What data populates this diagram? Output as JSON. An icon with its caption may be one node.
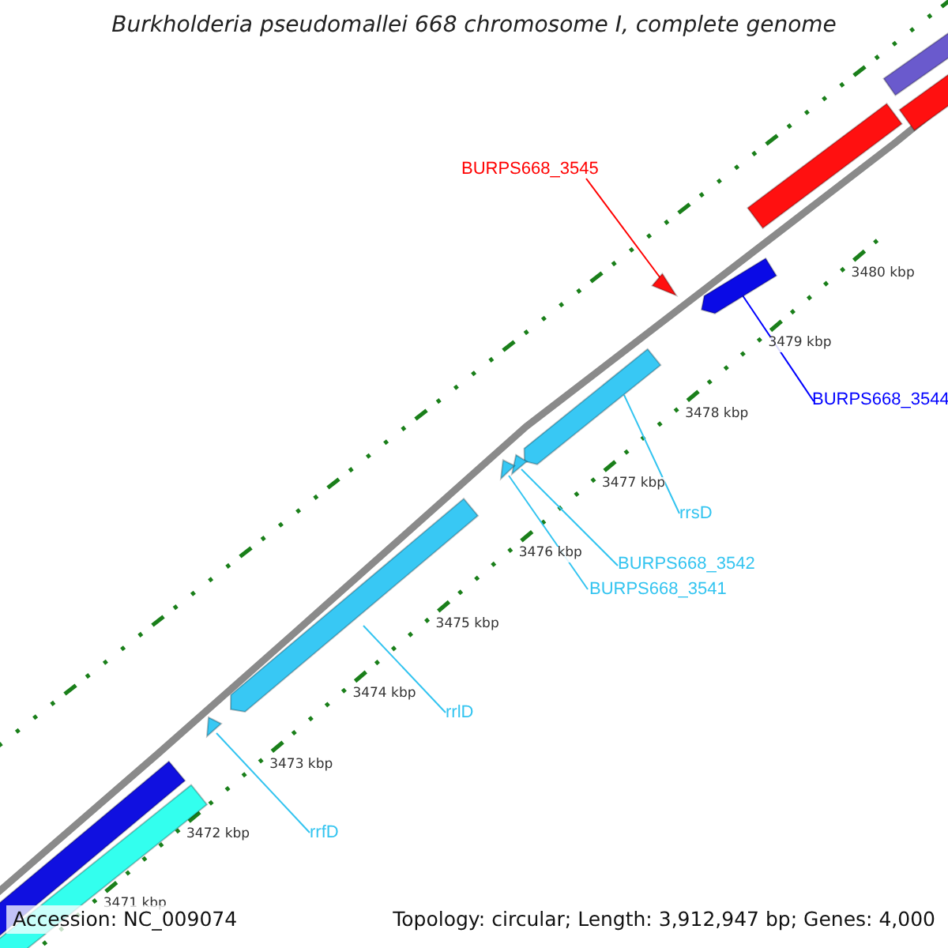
{
  "diagram": {
    "title": "Burkholderia pseudomallei 668 chromosome I, complete genome",
    "nodes": [
      {
        "text": [
          "BURPS668_3545"
        ]
      },
      {
        "text": [],
        "shape": "triangle"
      },
      {
        "text": [
          "BURPS668_3544"
        ]
      },
      {
        "text": [],
        "shape": "arrow"
      },
      {
        "text": [
          "rrsD"
        ]
      },
      {
        "text": [],
        "shape": "arrow"
      },
      {
        "text": [
          "BURPS668_3542"
        ]
      },
      {
        "text": [],
        "shape": "triangle"
      },
      {
        "text": [
          "BURPS668_3541"
        ]
      },
      {
        "text": [],
        "shape": "triangle"
      },
      {
        "text": [
          "rrlD"
        ]
      },
      {
        "text": [],
        "shape": "arrow"
      },
      {
        "text": [
          "rrfD"
        ]
      },
      {
        "text": [],
        "shape": "triangle"
      }
    ],
    "edges": [
      {
        "from": 0,
        "to": 1,
        "arrow": "none",
        "color": "#ff0000"
      },
      {
        "from": 2,
        "to": 3,
        "arrow": "none",
        "color": "#0000ff"
      },
      {
        "from": 4,
        "to": 5,
        "arrow": "none"
      },
      {
        "from": 6,
        "to": 7,
        "arrow": "none"
      },
      {
        "from": 8,
        "to": 9,
        "arrow": "none"
      },
      {
        "from": 10,
        "to": 11,
        "arrow": "none"
      },
      {
        "from": 12,
        "to": 13,
        "arrow": "none"
      }
    ],
    "labels": [
      "3480 kbp",
      "3479 kbp",
      "3478 kbp",
      "3477 kbp",
      "3476 kbp",
      "3475 kbp",
      "3474 kbp",
      "3473 kbp",
      "3472 kbp",
      "3471 kbp",
      "Accession: NC_009074",
      "Topology: circular; Length: 3,912,947 bp; Genes: 4,000"
    ]
  }
}
